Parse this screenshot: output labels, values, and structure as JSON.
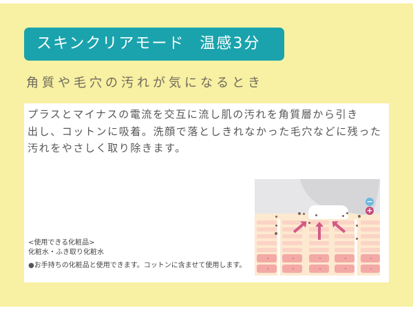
{
  "colors": {
    "background": "#f8f0a2",
    "banner": "#1aa3ad",
    "card": "#ffffff",
    "minus_ion": "#6cb8e0",
    "plus_ion": "#c54a7a",
    "arrow": "#d25a86"
  },
  "banner": {
    "mode": "スキンクリアモード",
    "detail": "温感3分"
  },
  "subtitle": "角質や毛穴の汚れが気になるとき",
  "description": {
    "lines": [
      "プラスとマイナスの電流を交互に流し肌の汚れを角質層から引き",
      "出し、コットンに吸着。洗顔で落としきれなかった毛穴などに残った",
      "汚れをやさしく取り除きます。"
    ]
  },
  "notes": {
    "heading": "<使用できる化粧品>",
    "items": "化粧水・ふき取り化粧水",
    "bullet": "●",
    "note": "お手持ちの化粧品と使用できます。コットンに含ませて使用します。"
  },
  "illustration": {
    "minus_icon": "−",
    "plus_icon": "+"
  }
}
